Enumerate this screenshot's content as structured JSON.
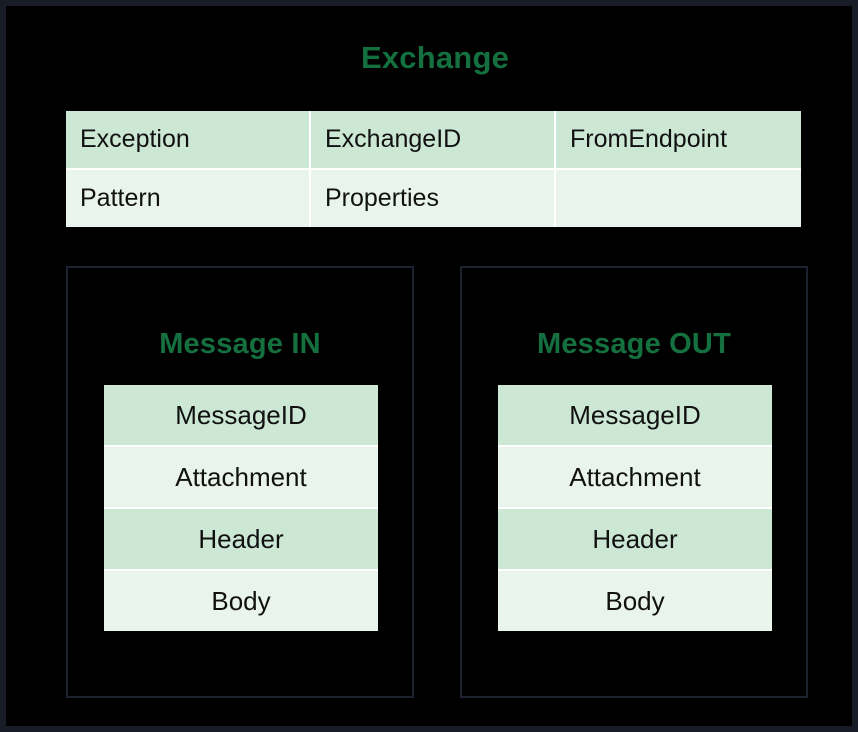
{
  "diagram": {
    "title": "Exchange",
    "colors": {
      "background": "#000000",
      "frame_border": "#171c26",
      "panel_border": "#1c2230",
      "title_green": "#15703f",
      "row_dark": "#cce8d5",
      "row_light": "#e9f5ec",
      "gridline": "#ffffff",
      "cell_text": "#111111"
    }
  },
  "exchange_table": {
    "rows": [
      {
        "style": "dark",
        "cells": [
          "Exception",
          "ExchangeID",
          "FromEndpoint"
        ]
      },
      {
        "style": "light",
        "cells": [
          "Pattern",
          "Properties",
          ""
        ]
      }
    ]
  },
  "panels": [
    {
      "id": "message-in",
      "title": "Message IN",
      "rows": [
        {
          "style": "dark",
          "label": "MessageID"
        },
        {
          "style": "light",
          "label": "Attachment"
        },
        {
          "style": "dark",
          "label": "Header"
        },
        {
          "style": "light",
          "label": "Body"
        }
      ]
    },
    {
      "id": "message-out",
      "title": "Message OUT",
      "rows": [
        {
          "style": "dark",
          "label": "MessageID"
        },
        {
          "style": "light",
          "label": "Attachment"
        },
        {
          "style": "dark",
          "label": "Header"
        },
        {
          "style": "light",
          "label": "Body"
        }
      ]
    }
  ]
}
